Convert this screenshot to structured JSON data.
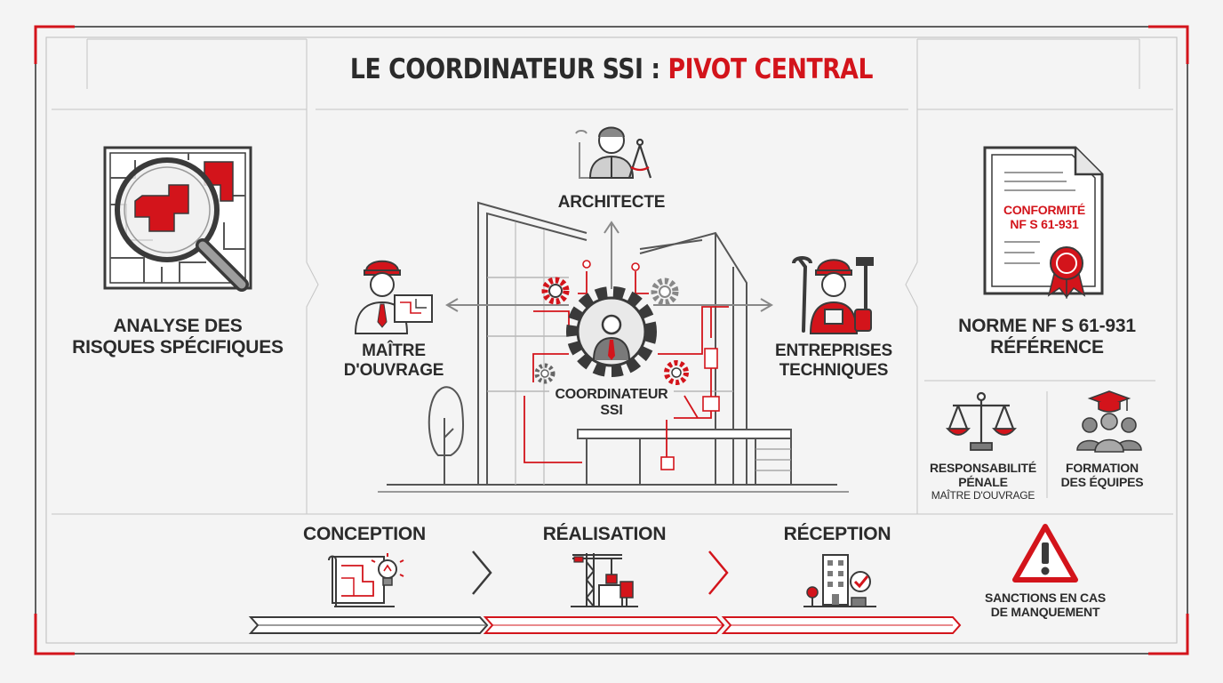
{
  "title": {
    "part1": "LE COORDINATEUR SSI : ",
    "part2": "PIVOT CENTRAL"
  },
  "colors": {
    "accent": "#d3141b",
    "ink": "#3a3a3a",
    "background": "#f4f4f4",
    "frame": "#c5c5c5"
  },
  "left_panel": {
    "icon": "risk-analysis-magnifier-icon",
    "line1": "ANALYSE DES",
    "line2": "RISQUES SPÉCIFIQUES"
  },
  "center": {
    "coordinator": {
      "line1": "COORDINATEUR",
      "line2": "SSI"
    },
    "architect": "ARCHITECTE",
    "owner": {
      "line1": "MAÎTRE",
      "line2": "D'OUVRAGE"
    },
    "contractors": {
      "line1": "ENTREPRISES",
      "line2": "TECHNIQUES"
    }
  },
  "right_panel": {
    "certificate": {
      "line1": "CONFORMITÉ",
      "line2": "NF S 61-931"
    },
    "norm": {
      "line1": "NORME NF S 61-931",
      "line2": "RÉFÉRENCE"
    },
    "liability": {
      "line1": "RESPONSABILITÉ",
      "line2": "PÉNALE",
      "sub": "MAÎTRE D'OUVRAGE"
    },
    "training": {
      "line1": "FORMATION",
      "line2": "DES ÉQUIPES"
    }
  },
  "timeline": {
    "phases": [
      {
        "label": "CONCEPTION",
        "icon": "blueprint-lightbulb-icon"
      },
      {
        "label": "RÉALISATION",
        "icon": "crane-construction-icon"
      },
      {
        "label": "RÉCEPTION",
        "icon": "building-check-icon"
      }
    ],
    "warning": {
      "line1": "SANCTIONS EN CAS",
      "line2": "DE MANQUEMENT"
    }
  }
}
